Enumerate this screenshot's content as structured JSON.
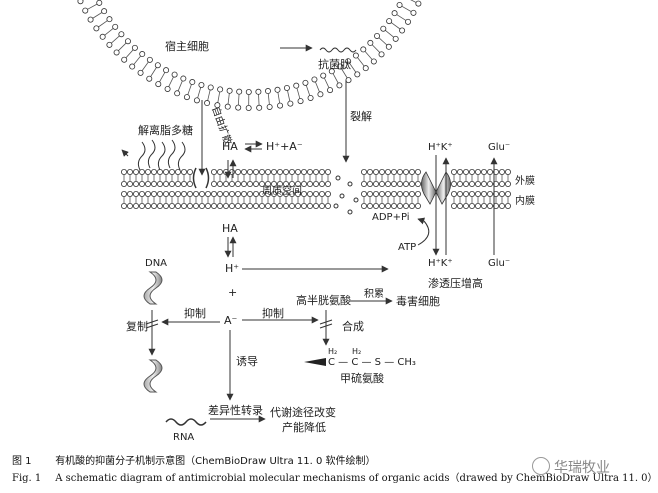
{
  "labels": {
    "host_cell": "宿主细胞",
    "antimicrobial_peptide": "抗菌肽",
    "lysis": "裂解",
    "free_diffusion": "自由扩散",
    "lps_release": "解离脂多糖",
    "ha_top": "HA",
    "h_a_top": "H⁺+A⁻",
    "hk_top": "H⁺K⁺",
    "glu_top": "Glu⁻",
    "outer_membrane": "外膜",
    "periplasm": "周质空间",
    "inner_membrane": "内膜",
    "ha_mid": "HA",
    "adp_pi": "ADP+Pi",
    "atp": "ATP",
    "dna": "DNA",
    "h_plus": "H⁺",
    "plus_sign": "+",
    "hk_bottom": "H⁺K⁺",
    "glu_bottom": "Glu⁻",
    "osmotic_increase": "渗透压增高",
    "accumulate": "积累",
    "homocysteine": "高半胱氨酸",
    "toxic_to_cell": "毒害细胞",
    "inhibit_left": "抑制",
    "a_minus": "A⁻",
    "inhibit_right": "抑制",
    "replication": "复制",
    "synthesis": "合成",
    "induce": "诱导",
    "methionine_h2_1": "H₂",
    "methionine_h2_2": "H₂",
    "methionine_chain": "C — C — S — CH₃",
    "methionine": "甲硫氨酸",
    "differential_transcription": "差异性转录",
    "metabolic_change": "代谢途径改变",
    "yield_decrease": "产能降低",
    "rna": "RNA"
  },
  "caption": {
    "cn_num": "图 1",
    "cn_text": "有机酸的抑菌分子机制示意图（ChemBioDraw Ultra 11. 0 软件绘制）",
    "en_num": "Fig. 1",
    "en_text": "A schematic diagram of antimicrobial molecular mechanisms of organic acids（drawed by ChemBioDraw Ultra 11. 0）"
  },
  "watermark": "华瑞牧业"
}
